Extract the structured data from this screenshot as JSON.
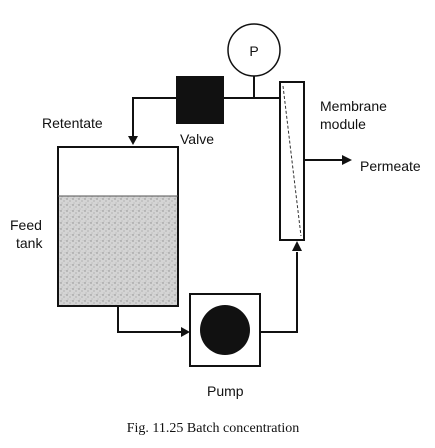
{
  "labels": {
    "pressure_gauge": "P",
    "retentate": "Retentate",
    "valve": "Valve",
    "membrane_line1": "Membrane",
    "membrane_line2": "module",
    "permeate": "Permeate",
    "feed_line1": "Feed",
    "feed_line2": "tank",
    "pump": "Pump"
  },
  "caption": "Fig. 11.25 Batch concentration",
  "colors": {
    "line": "#111111",
    "liquid": "#c9c9c9",
    "component_fill": "#111111",
    "background": "#ffffff"
  }
}
